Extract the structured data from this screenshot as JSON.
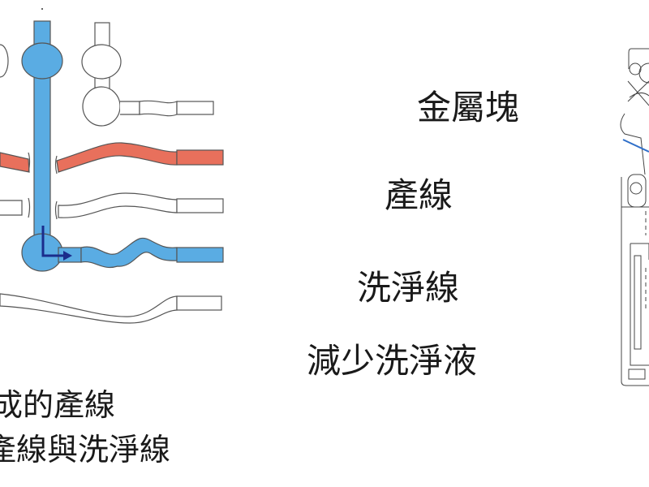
{
  "labels": {
    "metal_block": "金屬塊",
    "production_line": "產線",
    "cleaning_line": "洗淨線",
    "reduce_cleaning_fluid": "減少洗淨液"
  },
  "caption": {
    "line1": "成的產線",
    "line2": "產線與洗淨線"
  },
  "colors": {
    "blue": "#5aace3",
    "red": "#e8705c",
    "arrow": "#1b2d8c",
    "outline": "#555555"
  }
}
